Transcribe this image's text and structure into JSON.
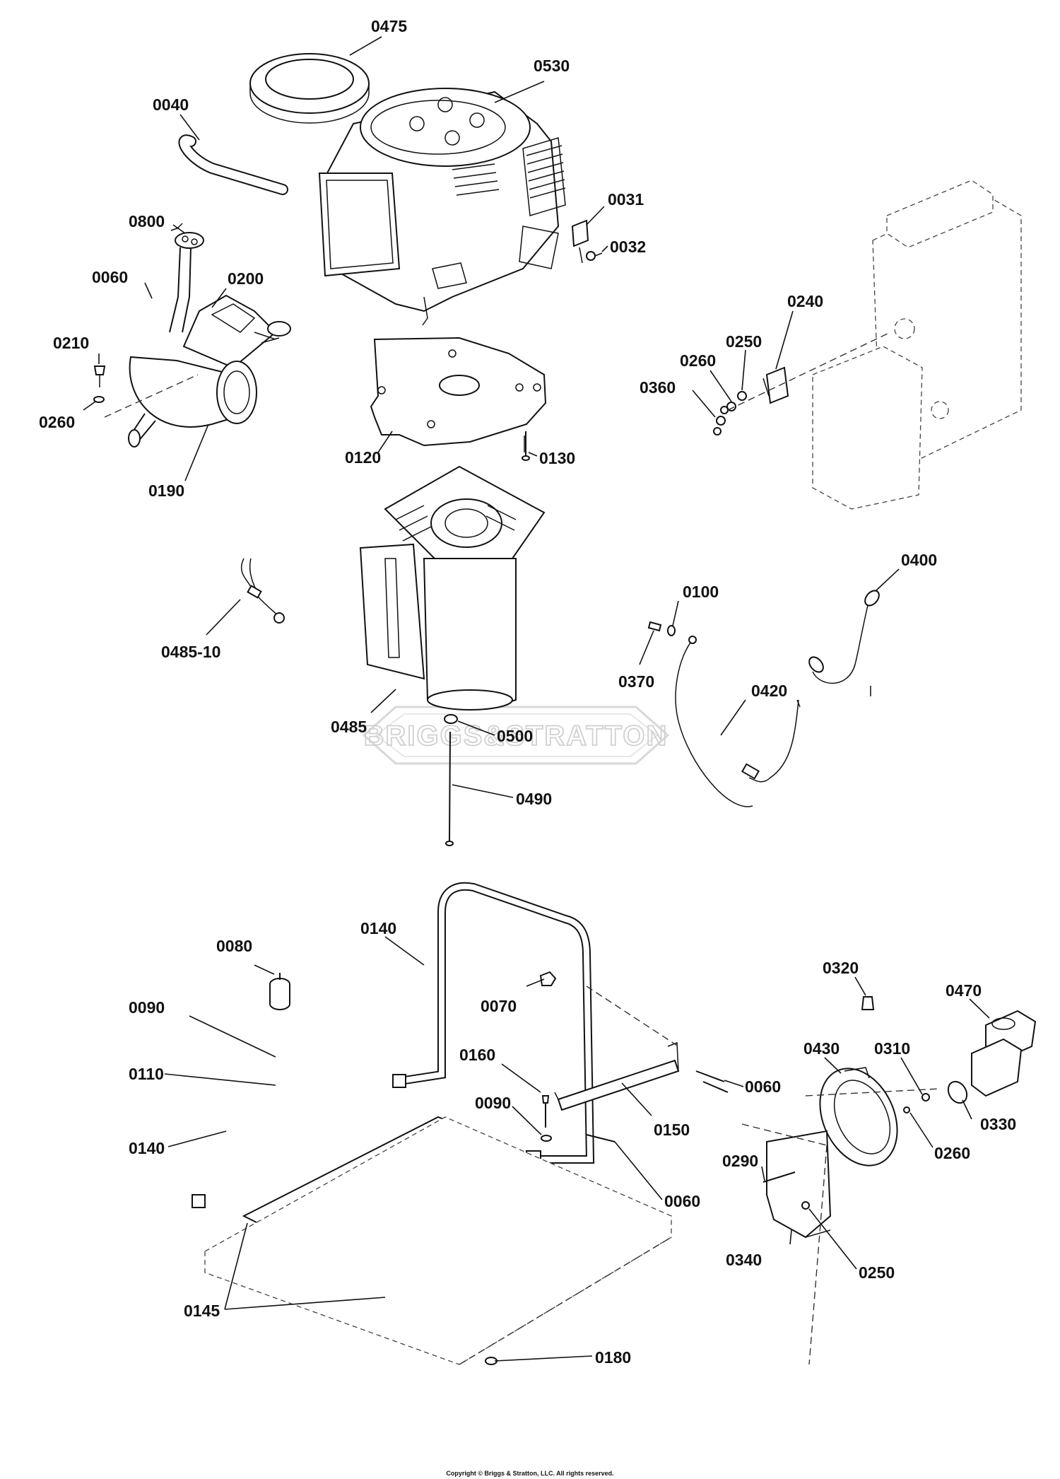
{
  "watermark": "BRIGGS&STRATTON",
  "copyright": "Copyright © Briggs & Stratton, LLC. All rights reserved.",
  "callouts": [
    {
      "id": "c-0475",
      "label": "0475"
    },
    {
      "id": "c-0530",
      "label": "0530"
    },
    {
      "id": "c-0040",
      "label": "0040"
    },
    {
      "id": "c-0031",
      "label": "0031"
    },
    {
      "id": "c-0032",
      "label": "0032"
    },
    {
      "id": "c-0800",
      "label": "0800"
    },
    {
      "id": "c-0060a",
      "label": "0060"
    },
    {
      "id": "c-0200",
      "label": "0200"
    },
    {
      "id": "c-0210",
      "label": "0210"
    },
    {
      "id": "c-0260a",
      "label": "0260"
    },
    {
      "id": "c-0190",
      "label": "0190"
    },
    {
      "id": "c-0120",
      "label": "0120"
    },
    {
      "id": "c-0130",
      "label": "0130"
    },
    {
      "id": "c-0240",
      "label": "0240"
    },
    {
      "id": "c-0250a",
      "label": "0250"
    },
    {
      "id": "c-0260b",
      "label": "0260"
    },
    {
      "id": "c-0360",
      "label": "0360"
    },
    {
      "id": "c-0400",
      "label": "0400"
    },
    {
      "id": "c-0100",
      "label": "0100"
    },
    {
      "id": "c-0370",
      "label": "0370"
    },
    {
      "id": "c-0420",
      "label": "0420"
    },
    {
      "id": "c-0485-10",
      "label": "0485-10"
    },
    {
      "id": "c-0485",
      "label": "0485"
    },
    {
      "id": "c-0500",
      "label": "0500"
    },
    {
      "id": "c-0490",
      "label": "0490"
    },
    {
      "id": "c-0080",
      "label": "0080"
    },
    {
      "id": "c-0140a",
      "label": "0140"
    },
    {
      "id": "c-0090a",
      "label": "0090"
    },
    {
      "id": "c-0070",
      "label": "0070"
    },
    {
      "id": "c-0110",
      "label": "0110"
    },
    {
      "id": "c-0160",
      "label": "0160"
    },
    {
      "id": "c-0060b",
      "label": "0060"
    },
    {
      "id": "c-0090b",
      "label": "0090"
    },
    {
      "id": "c-0150",
      "label": "0150"
    },
    {
      "id": "c-0140b",
      "label": "0140"
    },
    {
      "id": "c-0060c",
      "label": "0060"
    },
    {
      "id": "c-0145",
      "label": "0145"
    },
    {
      "id": "c-0180",
      "label": "0180"
    },
    {
      "id": "c-0320",
      "label": "0320"
    },
    {
      "id": "c-0470",
      "label": "0470"
    },
    {
      "id": "c-0430",
      "label": "0430"
    },
    {
      "id": "c-0310",
      "label": "0310"
    },
    {
      "id": "c-0330",
      "label": "0330"
    },
    {
      "id": "c-0260c",
      "label": "0260"
    },
    {
      "id": "c-0290",
      "label": "0290"
    },
    {
      "id": "c-0340",
      "label": "0340"
    },
    {
      "id": "c-0250b",
      "label": "0250"
    }
  ]
}
